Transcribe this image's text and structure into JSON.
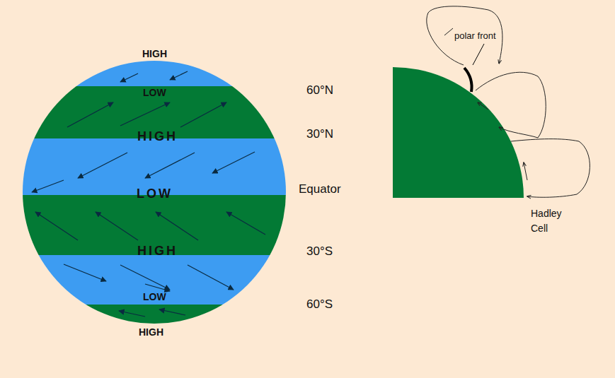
{
  "diagram": {
    "labels": [
      "HIGH",
      "LOW",
      "HIGH",
      "LOW",
      "HIGH",
      "LOW",
      "HIGH",
      "60°N",
      "30°N",
      "Equator",
      "30°S",
      "60°S",
      "polar front",
      "Hadley Cell"
    ]
  }
}
